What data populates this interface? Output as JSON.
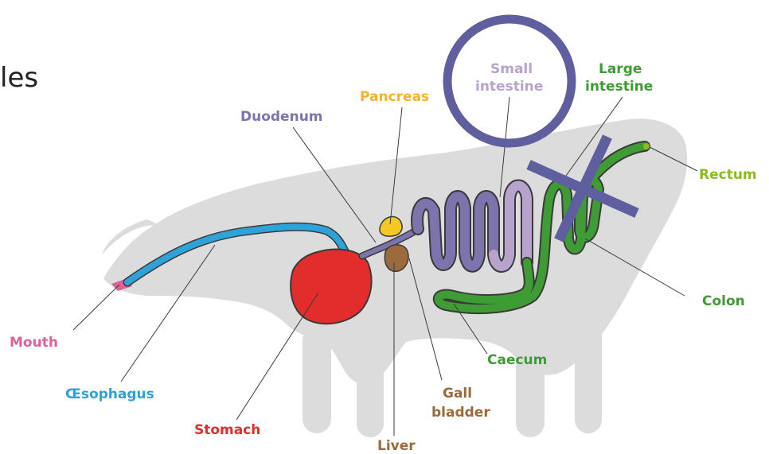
{
  "slide_text_fragment": "les",
  "labels": {
    "mouth": "Mouth",
    "oesophagus": "Œsophagus",
    "stomach": "Stomach",
    "liver": "Liver",
    "gall_line1": "Gall",
    "gall_line2": "bladder",
    "duodenum": "Duodenum",
    "pancreas": "Pancreas",
    "small_line1": "Small",
    "small_line2": "intestine",
    "large_line1": "Large",
    "large_line2": "intestine",
    "rectum": "Rectum",
    "colon": "Colon",
    "caecum": "Caecum"
  },
  "colors": {
    "silhouette": "#dcdcdc",
    "mouth": "#e0609a",
    "oesophagus": "#2ea3d9",
    "stomach": "#e32c2c",
    "liver": "#9c6a3c",
    "gall_bladder": "#9c6a3c",
    "duodenum": "#7e74ad",
    "pancreas": "#f7b32b",
    "pancreas_organ": "#f5c823",
    "small_intestine": "#b7a3cc",
    "large_intestine": "#3f9c35",
    "rectum": "#8dbb1f",
    "annotation": "#5f5f9f"
  },
  "annotations": {
    "circle_target": "Small intestine",
    "cross_target": "Large intestine"
  }
}
